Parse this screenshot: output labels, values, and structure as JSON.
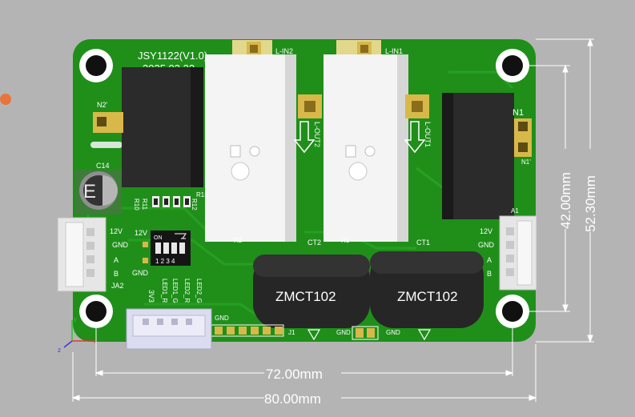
{
  "board": {
    "title": "JSY1122(V1.0)",
    "date": "2025.03.22"
  },
  "silkscreen": {
    "l_in2": "L-IN2",
    "l_in1": "L-IN1",
    "l_out2": "L-OUT2",
    "l_out1": "L-OUT1",
    "n2p": "N2'",
    "n1": "N1",
    "n1p": "N1'",
    "c14": "C14",
    "cap_mark": "E",
    "r10": "R10",
    "r11": "R11",
    "r12": "R12",
    "r13": "R13",
    "r1": "R1",
    "r2": "R2",
    "a1": "A1",
    "ct2": "CT2",
    "ct1": "CT1",
    "ja2": "JA2",
    "j1": "J1",
    "gnd": "GND",
    "v12": "12V",
    "pin_a": "A",
    "pin_b": "B",
    "v3": "3V3",
    "led1_r": "LED1_R",
    "led1_g": "LED1_G",
    "led2_r": "LED2_R",
    "led2_g": "LED2_G",
    "dip_on": "ON",
    "dip_nums": "1 2 3 4"
  },
  "components": {
    "ct_left_label": "ZMCT102",
    "ct_right_label": "ZMCT102"
  },
  "dimensions": {
    "inner_width": "72.00mm",
    "outer_width": "80.00mm",
    "inner_height": "42.00mm",
    "outer_height": "52.30mm"
  },
  "axes": {
    "x": "x",
    "y": "y",
    "z": "z"
  },
  "colors": {
    "background": "#b4b4b4",
    "pcb": "#1f8f1a",
    "relay": "#f4f4f4",
    "transformer": "#262626",
    "dimension_line": "#ffffff",
    "gold_pad": "#d9b84a"
  }
}
